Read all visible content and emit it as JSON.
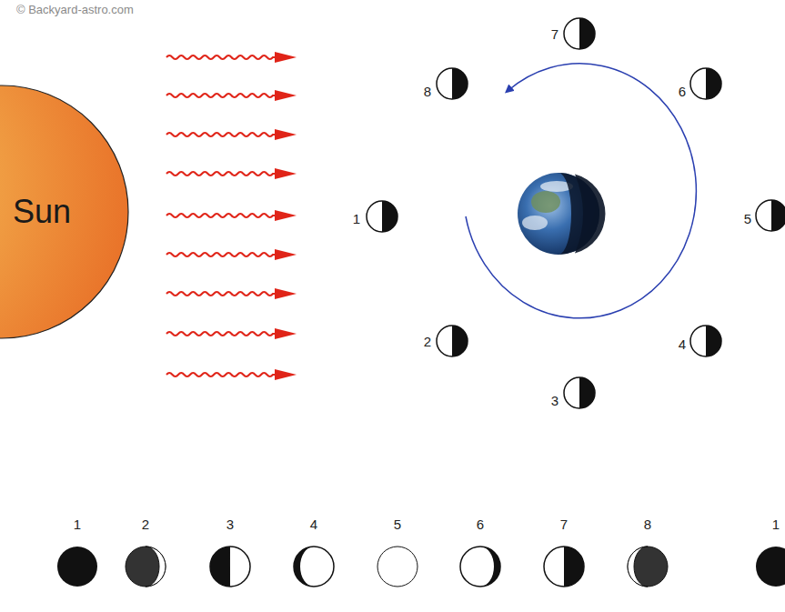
{
  "diagram": {
    "nodes": [
      {
        "text": [
          "Sun"
        ]
      }
    ],
    "labels": [
      "© Backyard-astro.com",
      "1",
      "2",
      "3",
      "4",
      "5",
      "6",
      "7",
      "8",
      "1",
      "2",
      "3",
      "4",
      "5",
      "6",
      "7",
      "8",
      "1"
    ]
  }
}
